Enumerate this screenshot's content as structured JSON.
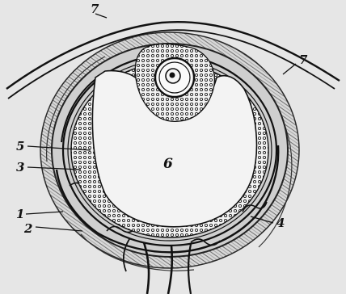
{
  "figure": {
    "background": "#e6e6e6",
    "ink": "#111111",
    "labels": {
      "top": "7",
      "top_right": "7",
      "center": "6",
      "left_upper": "5",
      "left_middle": "3",
      "left_lower": "1",
      "left_bottom": "2",
      "right_lower": "4"
    }
  }
}
